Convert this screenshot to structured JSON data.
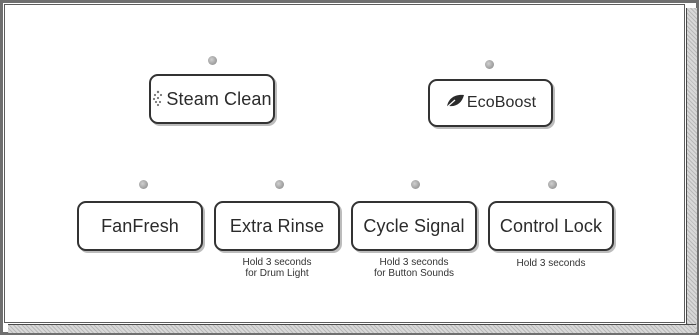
{
  "buttons": {
    "steam_clean": {
      "label": "Steam Clean",
      "icon": "steam-icon"
    },
    "ecoboost": {
      "label": "EcoBoost",
      "icon": "leaf-icon"
    },
    "fanfresh": {
      "label": "FanFresh"
    },
    "extra_rinse": {
      "label": "Extra Rinse",
      "note_line1": "Hold 3 seconds",
      "note_line2": "for Drum Light"
    },
    "cycle_signal": {
      "label": "Cycle Signal",
      "note_line1": "Hold 3 seconds",
      "note_line2": "for Button Sounds"
    },
    "control_lock": {
      "label": "Control Lock",
      "note_line1": "Hold 3 seconds"
    }
  },
  "colors": {
    "border": "#333333",
    "indicator": "#9a9a9a",
    "text": "#2b2b2b"
  }
}
